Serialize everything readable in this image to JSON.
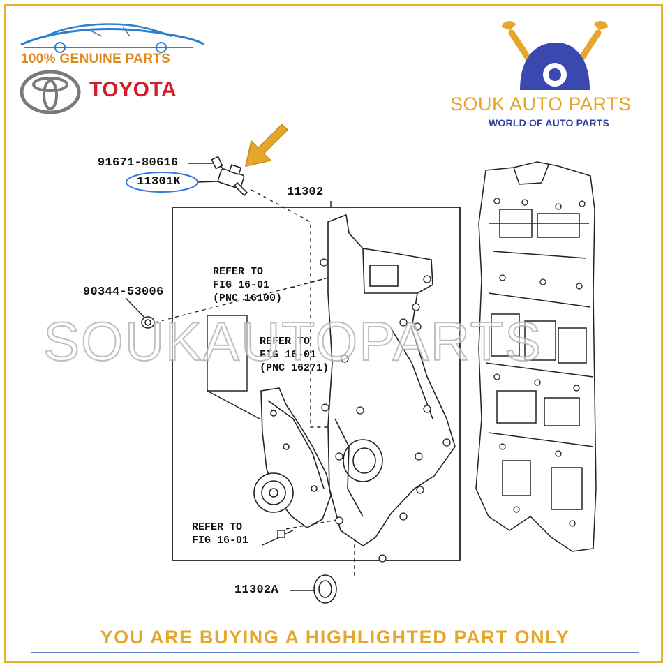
{
  "header": {
    "genuine_label": "100% GENUINE PARTS",
    "brand_name": "TOYOTA",
    "store_name": "SOUK AUTO PARTS",
    "store_tagline": "WORLD OF AUTO PARTS"
  },
  "diagram": {
    "part_labels": {
      "bolt": "91671-80616",
      "sensor": "11301K",
      "cover": "11302",
      "nut": "90344-53006",
      "seal": "11302A"
    },
    "refer_notes": [
      "REFER TO\nFIG 16-01\n(PNC 16100)",
      "REFER TO\nFIG 16-01\n(PNC 16271)",
      "REFER TO\nFIG 16-01"
    ],
    "highlighted_part": "11301K"
  },
  "watermark": "SOUKAUTOPARTS",
  "footer": {
    "notice": "YOU ARE BUYING A HIGHLIGHTED PART ONLY"
  },
  "colors": {
    "accent_gold": "#e5a72b",
    "brand_red": "#d01f27",
    "store_blue": "#2f3f9e",
    "highlight_blue": "#3a78d8"
  }
}
